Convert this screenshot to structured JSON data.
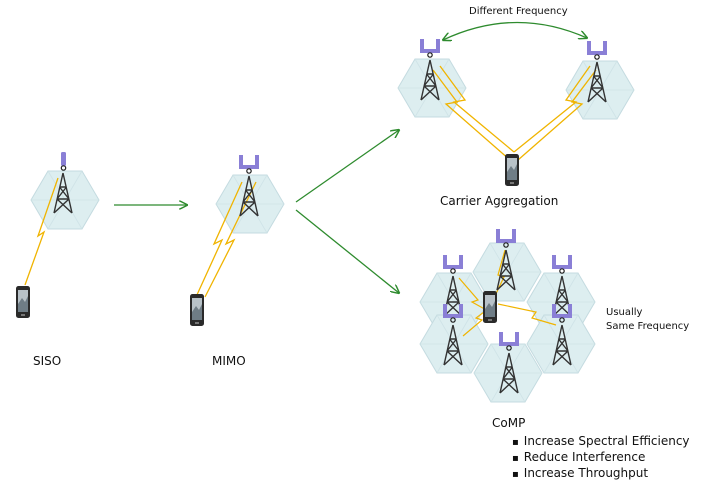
{
  "labels": {
    "siso": "SISO",
    "mimo": "MIMO",
    "carrier_aggregation": "Carrier Aggregation",
    "different_frequency": "Different Frequency",
    "comp": "CoMP",
    "usually": "Usually",
    "same_frequency": "Same Frequency"
  },
  "comp_benefits": [
    "Increase Spectral Efficiency",
    "Reduce Interference",
    "Increase Throughput"
  ],
  "colors": {
    "cell_fill": "#ddeef0",
    "cell_stroke": "#c4dbe0",
    "arrow": "#2e8b2e",
    "signal": "#f0b400",
    "antenna": "#8a7fd6",
    "tower": "#333333"
  }
}
